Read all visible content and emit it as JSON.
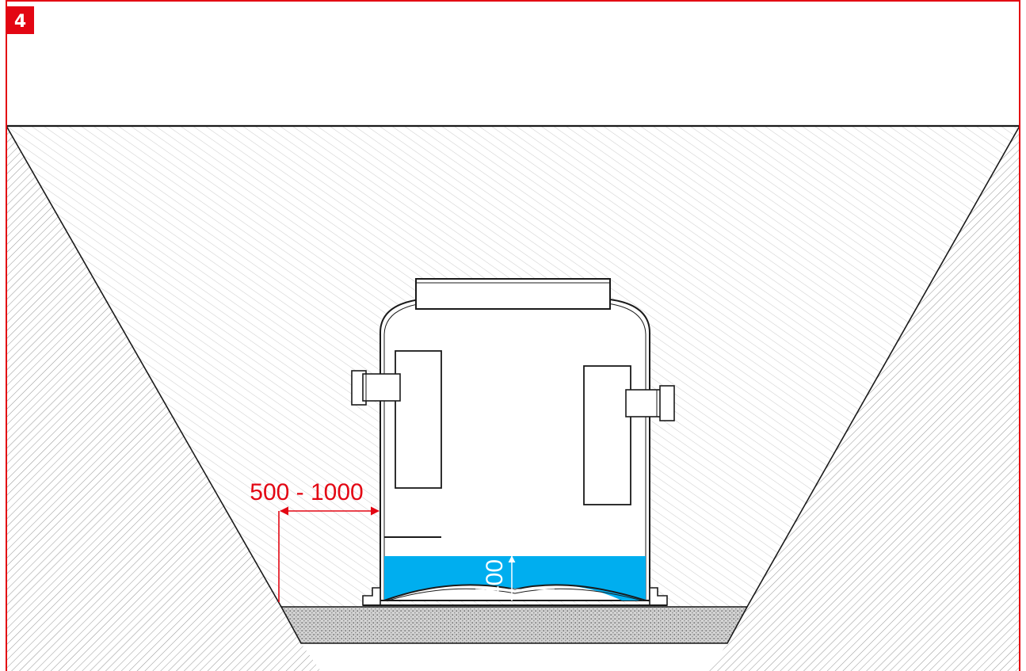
{
  "step": {
    "number": "4"
  },
  "dimensions": {
    "side_clearance": "500 - 1000",
    "water_depth": "400"
  },
  "colors": {
    "accent_red": "#e30613",
    "water_blue": "#00aeef",
    "line_black": "#1a1a1a",
    "hatch_grey": "#9a9a9a",
    "gravel_grey": "#bdbdbd"
  }
}
